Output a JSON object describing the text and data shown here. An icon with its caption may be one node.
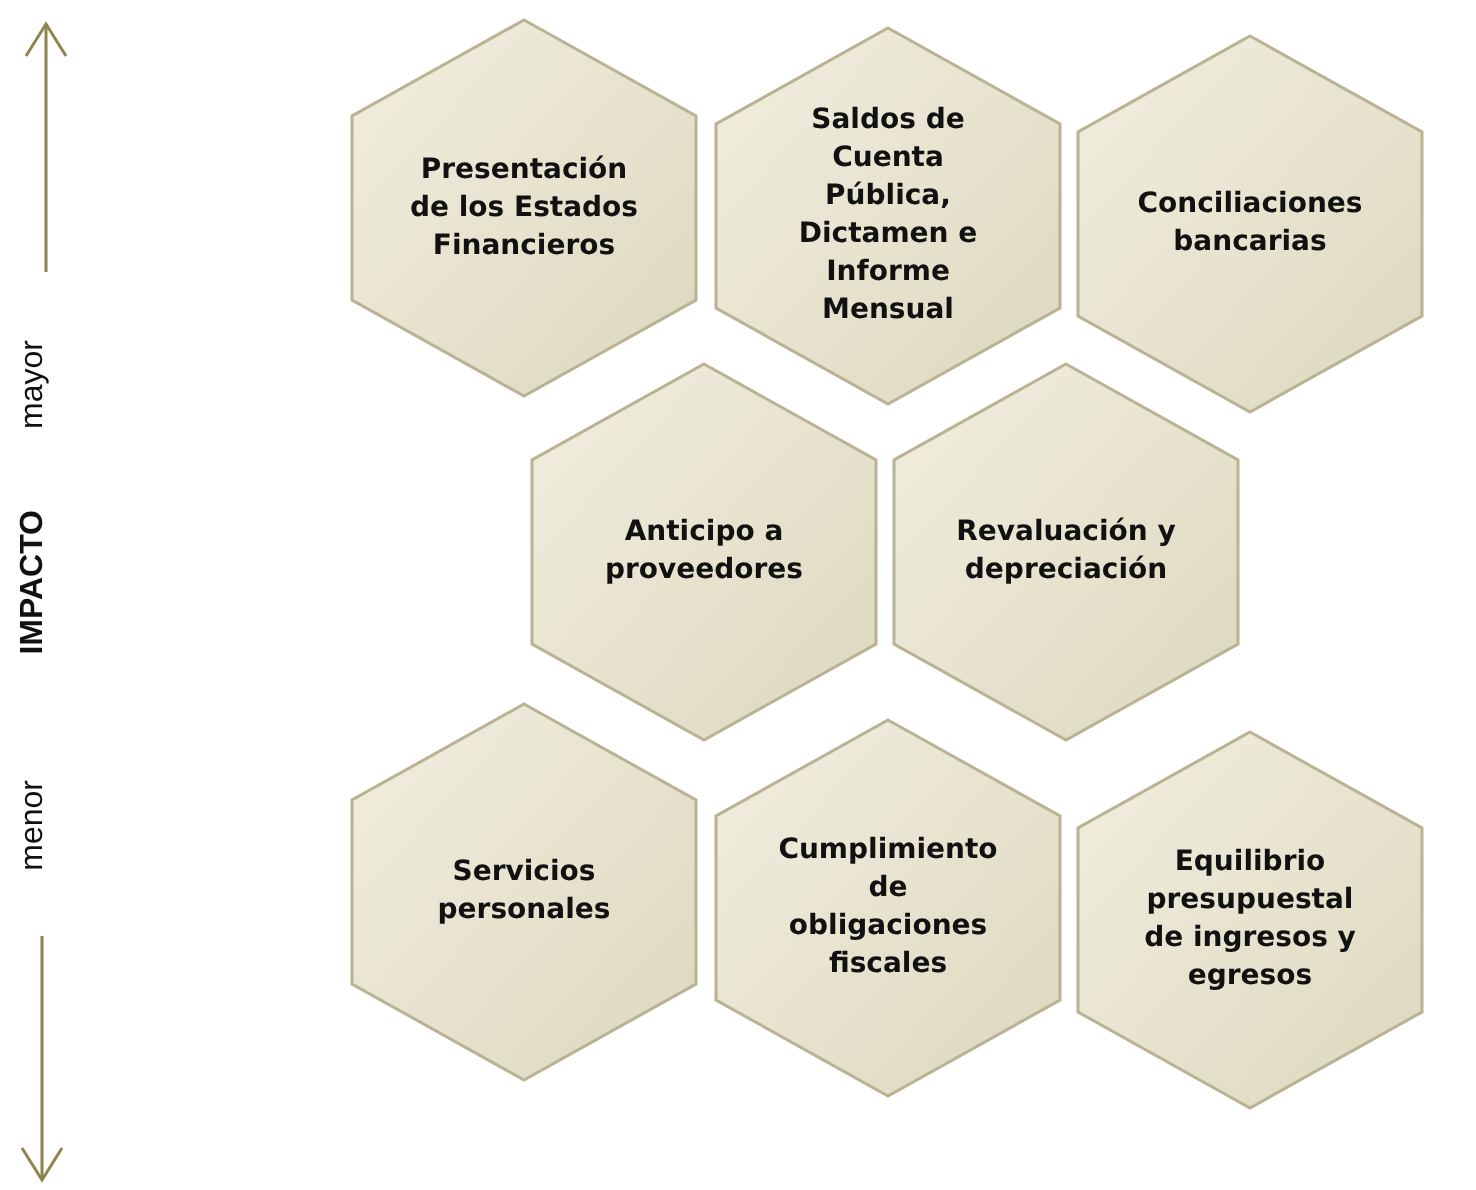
{
  "diagram": {
    "nodes": [
      {
        "text": [
          "Presentación de los Estados Financieros"
        ]
      },
      {
        "text": [
          "Saldos de Cuenta Pública, Dictamen e Informe Mensual"
        ]
      },
      {
        "text": [
          "Conciliaciones bancarias"
        ]
      },
      {
        "text": [
          "Anticipo a proveedores"
        ]
      },
      {
        "text": [
          "Revaluación y depreciación"
        ]
      },
      {
        "text": [
          "Servicios personales"
        ]
      },
      {
        "text": [
          "Cumplimiento de obligaciones fiscales"
        ]
      },
      {
        "text": [
          "Equilibrio presupuestal de ingresos y egresos"
        ]
      }
    ],
    "labels": [
      "menor",
      "IMPACTO",
      "mayor"
    ]
  }
}
